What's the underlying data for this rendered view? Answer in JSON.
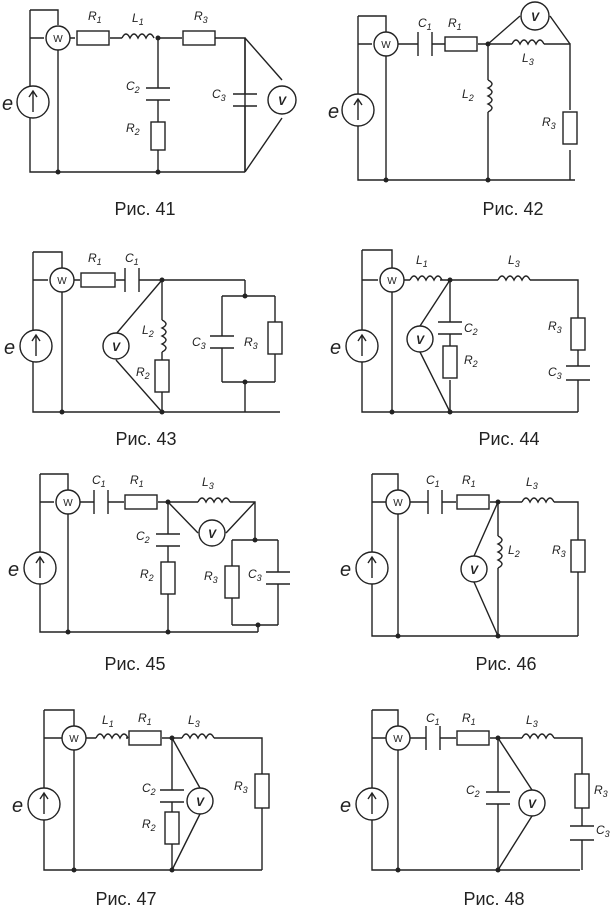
{
  "captions": [
    "Рис. 41",
    "Рис. 42",
    "Рис. 43",
    "Рис. 44",
    "Рис. 45",
    "Рис. 46",
    "Рис. 47",
    "Рис. 48"
  ],
  "symbols": {
    "source": "e",
    "wattmeter": "W",
    "voltmeter": "V",
    "R": "R",
    "L": "L",
    "C": "C",
    "n1": "1",
    "n2": "2",
    "n3": "3"
  },
  "colors": {
    "line": "#222222",
    "background": "#ffffff"
  }
}
